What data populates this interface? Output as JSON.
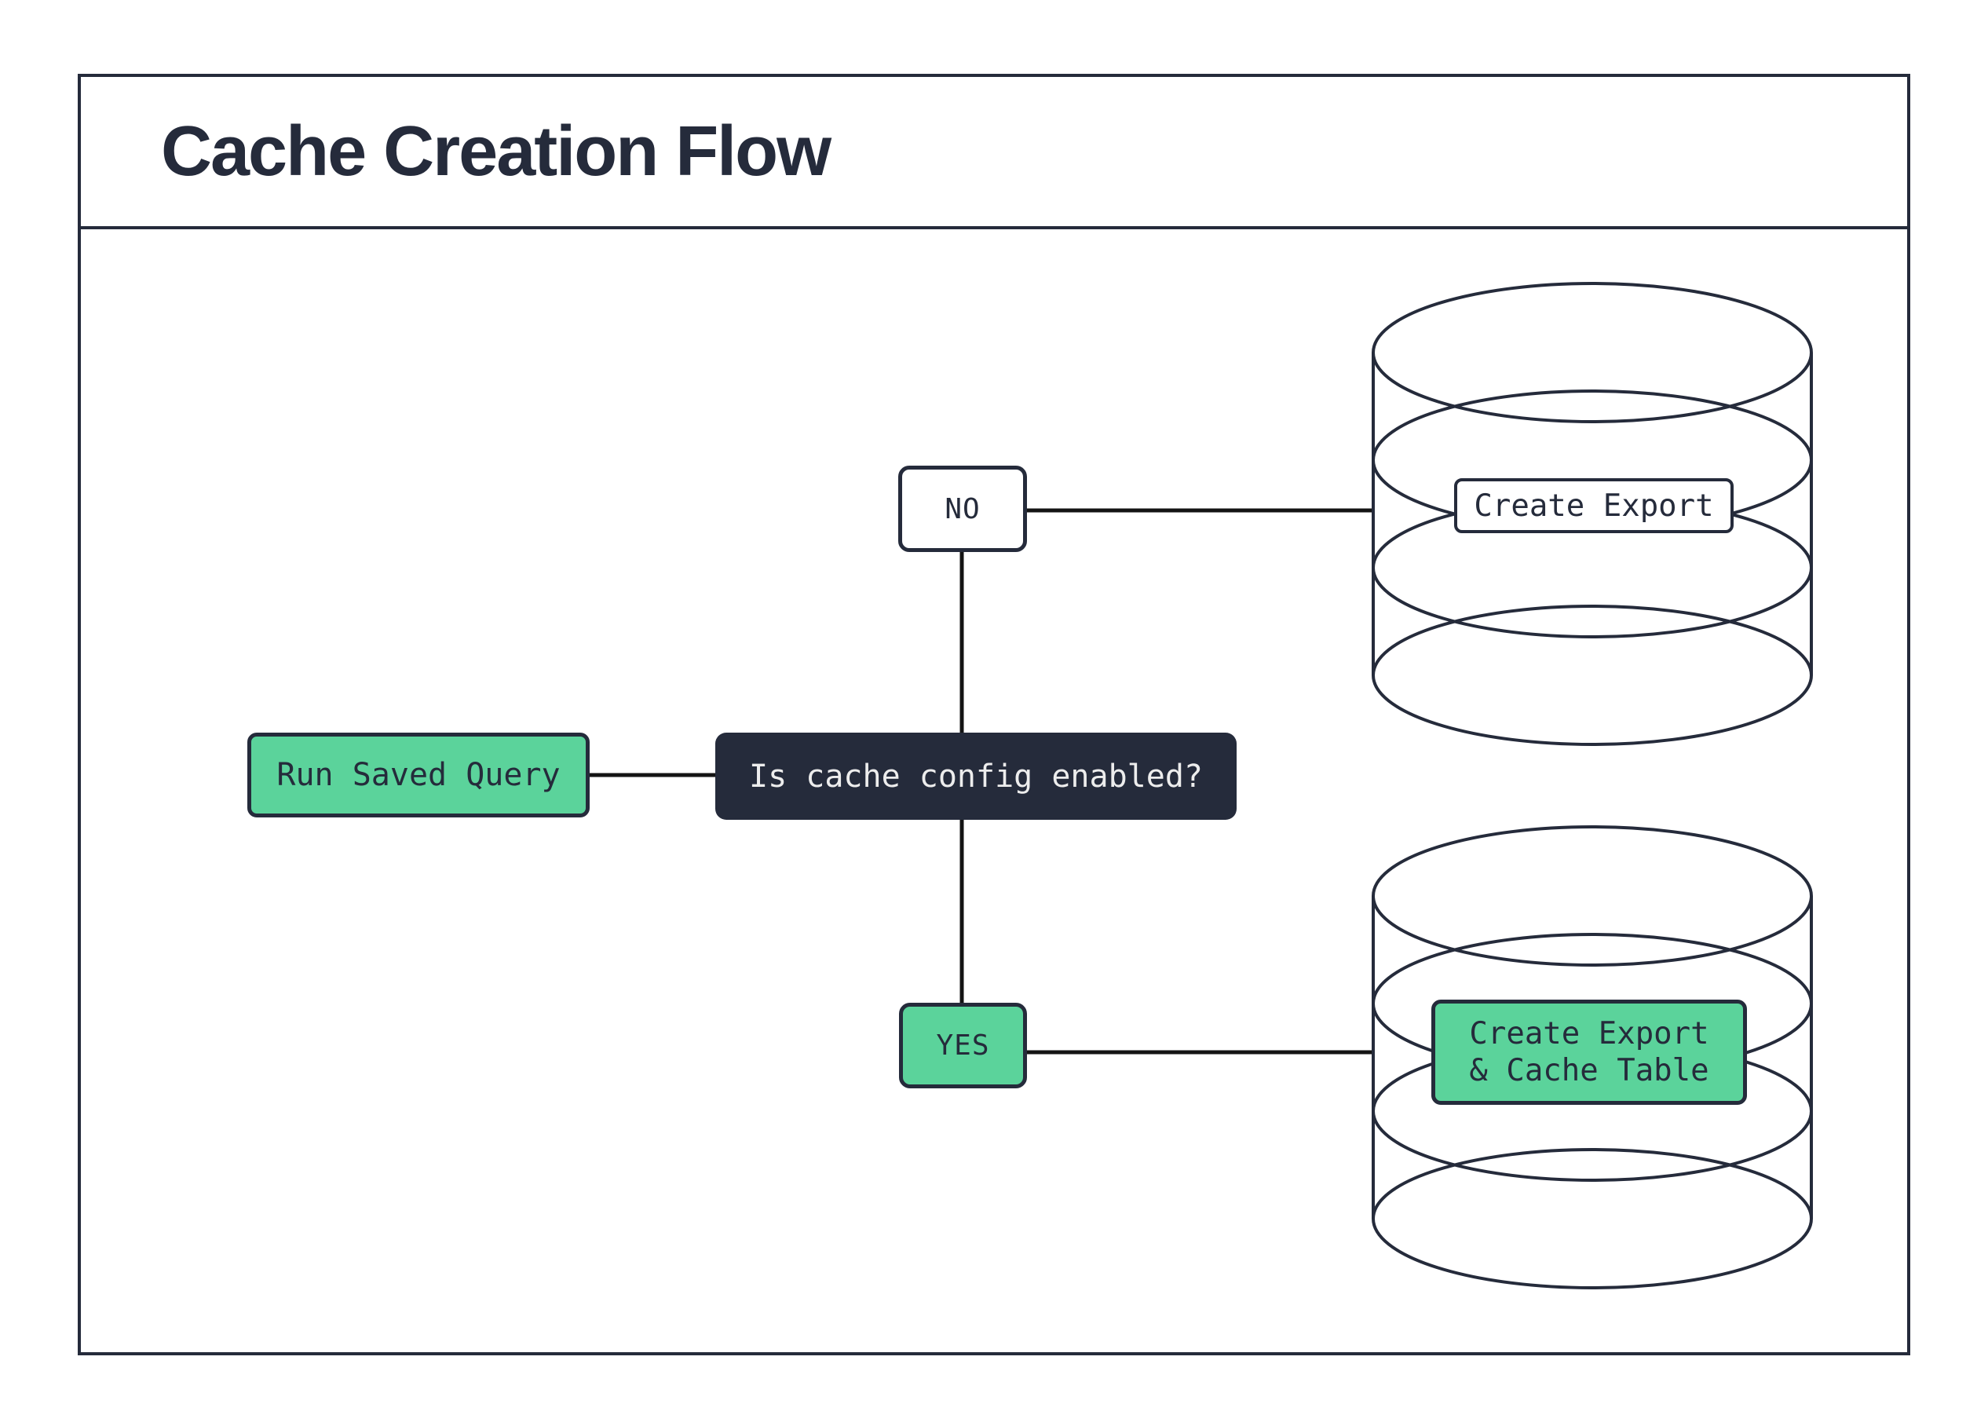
{
  "title": "Cache Creation Flow",
  "colors": {
    "navy": "#252b3b",
    "green": "#5bd39b",
    "line": "#141414",
    "paper": "#ffffff",
    "text_light": "#ededed"
  },
  "nodes": {
    "start": {
      "label": "Run Saved Query"
    },
    "decision": {
      "label": "Is cache config enabled?"
    },
    "no_branch": {
      "label": "NO"
    },
    "yes_branch": {
      "label": "YES"
    },
    "export_db": {
      "label": "Create Export"
    },
    "cache_db": {
      "lines": [
        "Create Export",
        "& Cache Table"
      ]
    }
  }
}
